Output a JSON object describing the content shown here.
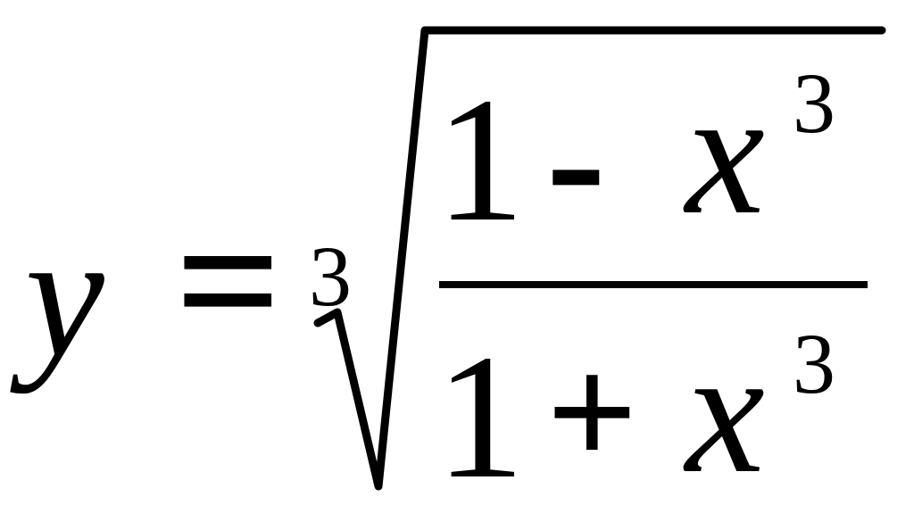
{
  "formula": {
    "lhs": "y",
    "equals": "=",
    "root_index": "3",
    "numerator": {
      "one": "1",
      "operator": "-",
      "variable": "x",
      "exponent": "3"
    },
    "denominator": {
      "one": "1",
      "operator": "+",
      "variable": "x",
      "exponent": "3"
    }
  }
}
